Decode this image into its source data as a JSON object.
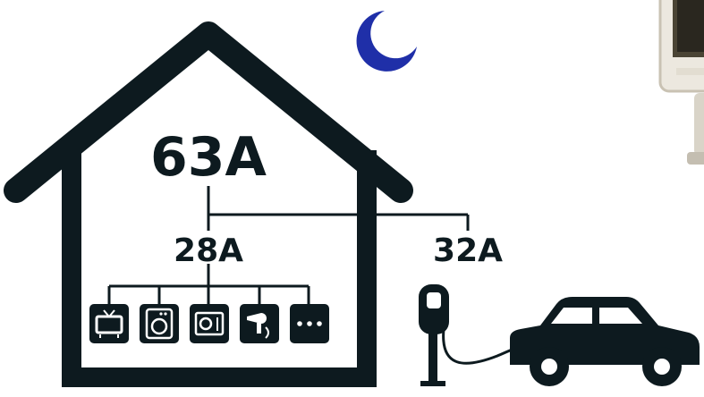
{
  "diagram": {
    "main_supply": "63A",
    "house_load": "28A",
    "charger_load": "32A",
    "colors": {
      "ink": "#0d1a1f",
      "moon": "#1f2fa8",
      "background": "#ffffff",
      "device_frame": "#c9c2b3"
    },
    "appliances": [
      "tv-icon",
      "washing-machine-icon",
      "microwave-icon",
      "hair-dryer-icon",
      "more-icon"
    ]
  }
}
